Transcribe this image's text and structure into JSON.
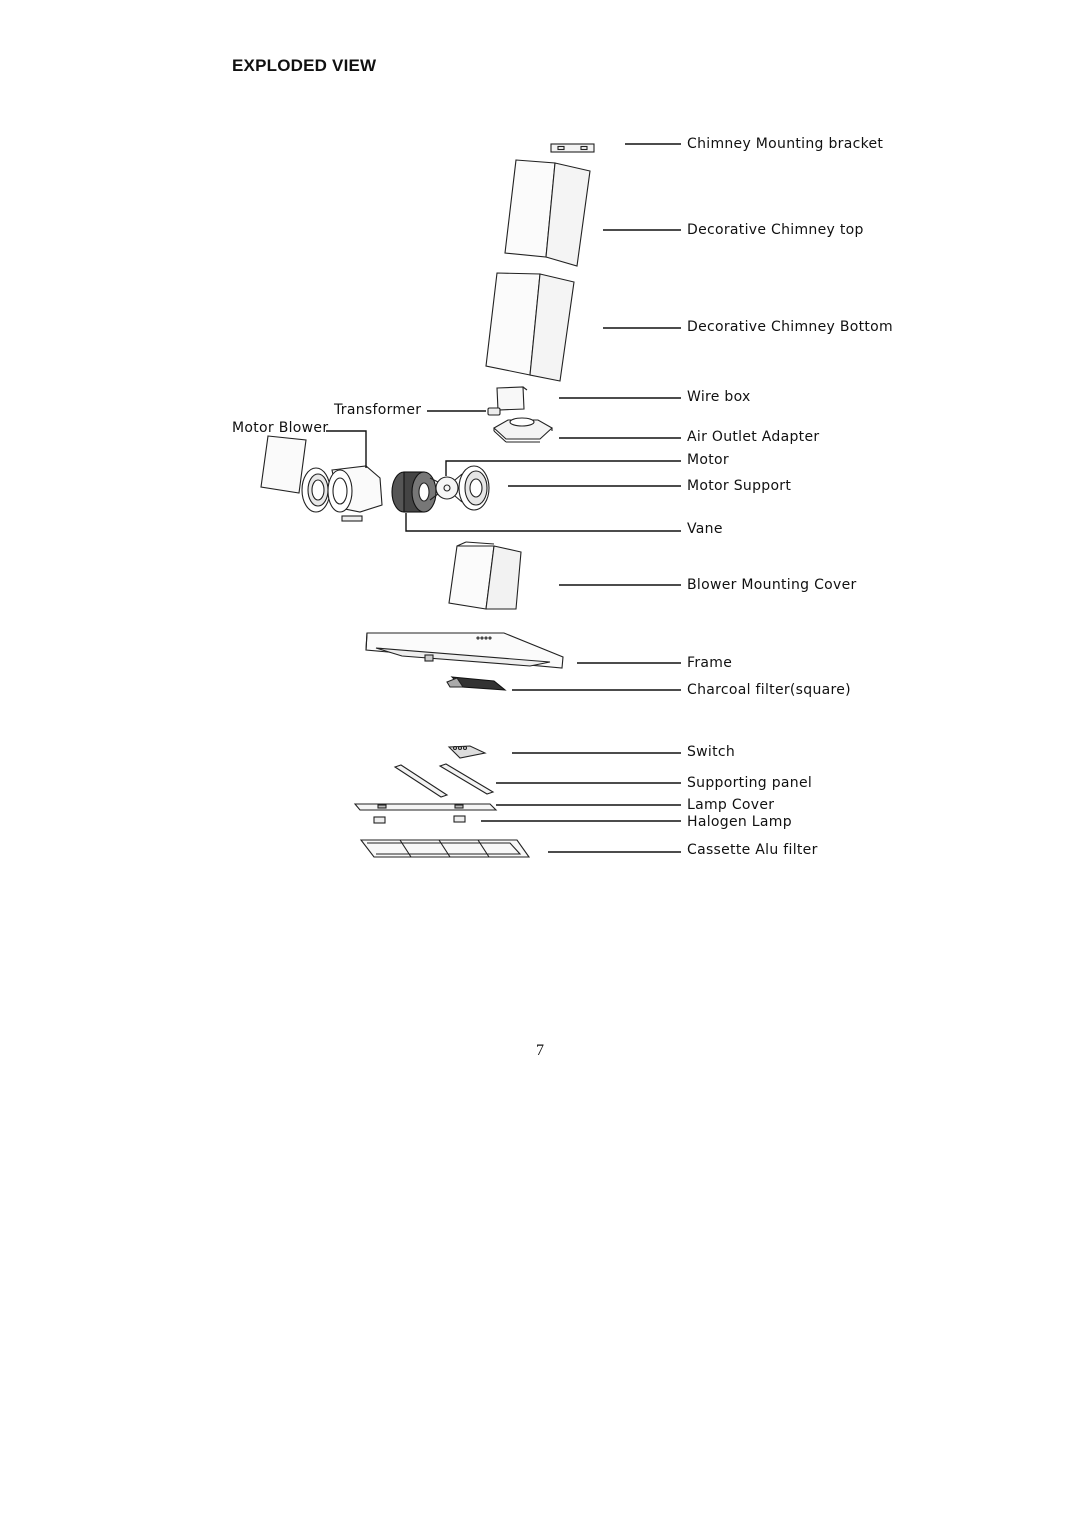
{
  "heading": "EXPLODED VIEW",
  "parts": {
    "chimney_mounting_bracket": "Chimney Mounting bracket",
    "decorative_chimney_top": "Decorative Chimney top",
    "decorative_chimney_bottom": "Decorative Chimney Bottom",
    "wire_box": "Wire box",
    "transformer": "Transformer",
    "motor_blower": "Motor Blower",
    "air_outlet_adapter": "Air Outlet Adapter",
    "motor": "Motor",
    "motor_support": "Motor Support",
    "vane": "Vane",
    "blower_mounting_cover": "Blower Mounting Cover",
    "frame": "Frame",
    "charcoal_filter": "Charcoal filter(square)",
    "switch": "Switch",
    "supporting_panel": "Supporting panel",
    "lamp_cover": "Lamp Cover",
    "halogen_lamp": "Halogen Lamp",
    "cassette_alu_filter": "Cassette Alu filter"
  },
  "page_number": "7"
}
